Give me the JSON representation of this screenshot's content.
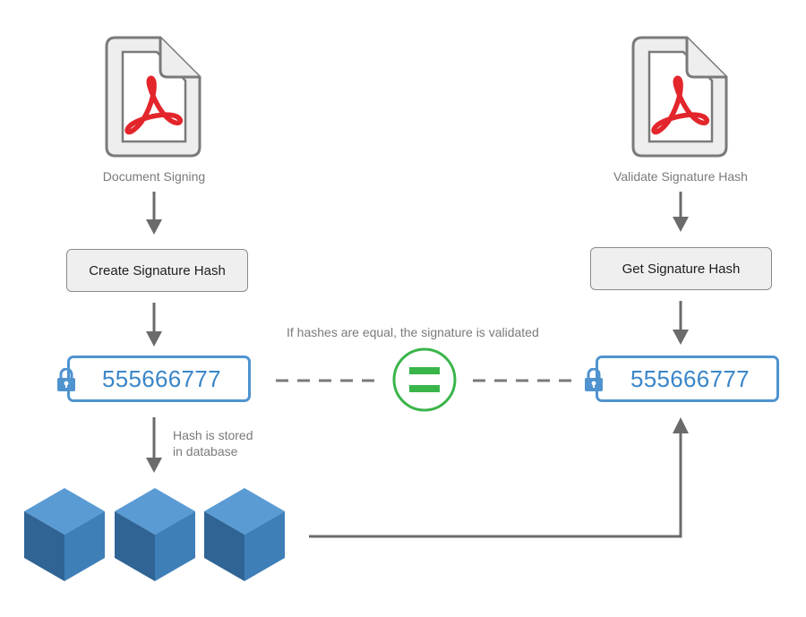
{
  "left": {
    "caption": "Document Signing",
    "button": "Create Signature Hash",
    "hash": "555666777",
    "storage_note_line1": "Hash is stored",
    "storage_note_line2": "in database"
  },
  "right": {
    "caption": "Validate Signature Hash",
    "button": "Get Signature Hash",
    "hash": "555666777"
  },
  "comparison": {
    "note": "If hashes are equal, the signature is validated",
    "symbol": "="
  },
  "colors": {
    "arrow": "#6b6b6b",
    "hash_border": "#4f93cf",
    "hash_text": "#3a86c8",
    "equal_ring": "#3ab54a",
    "pdf_red": "#e3262b",
    "cube_top": "#5a9bd3",
    "cube_left": "#2f6495",
    "cube_right": "#3f7fb8"
  },
  "icons": {
    "document": "pdf-document-icon",
    "lock": "lock-icon",
    "database": "database-block-icon",
    "equal": "equal-sign-icon"
  }
}
